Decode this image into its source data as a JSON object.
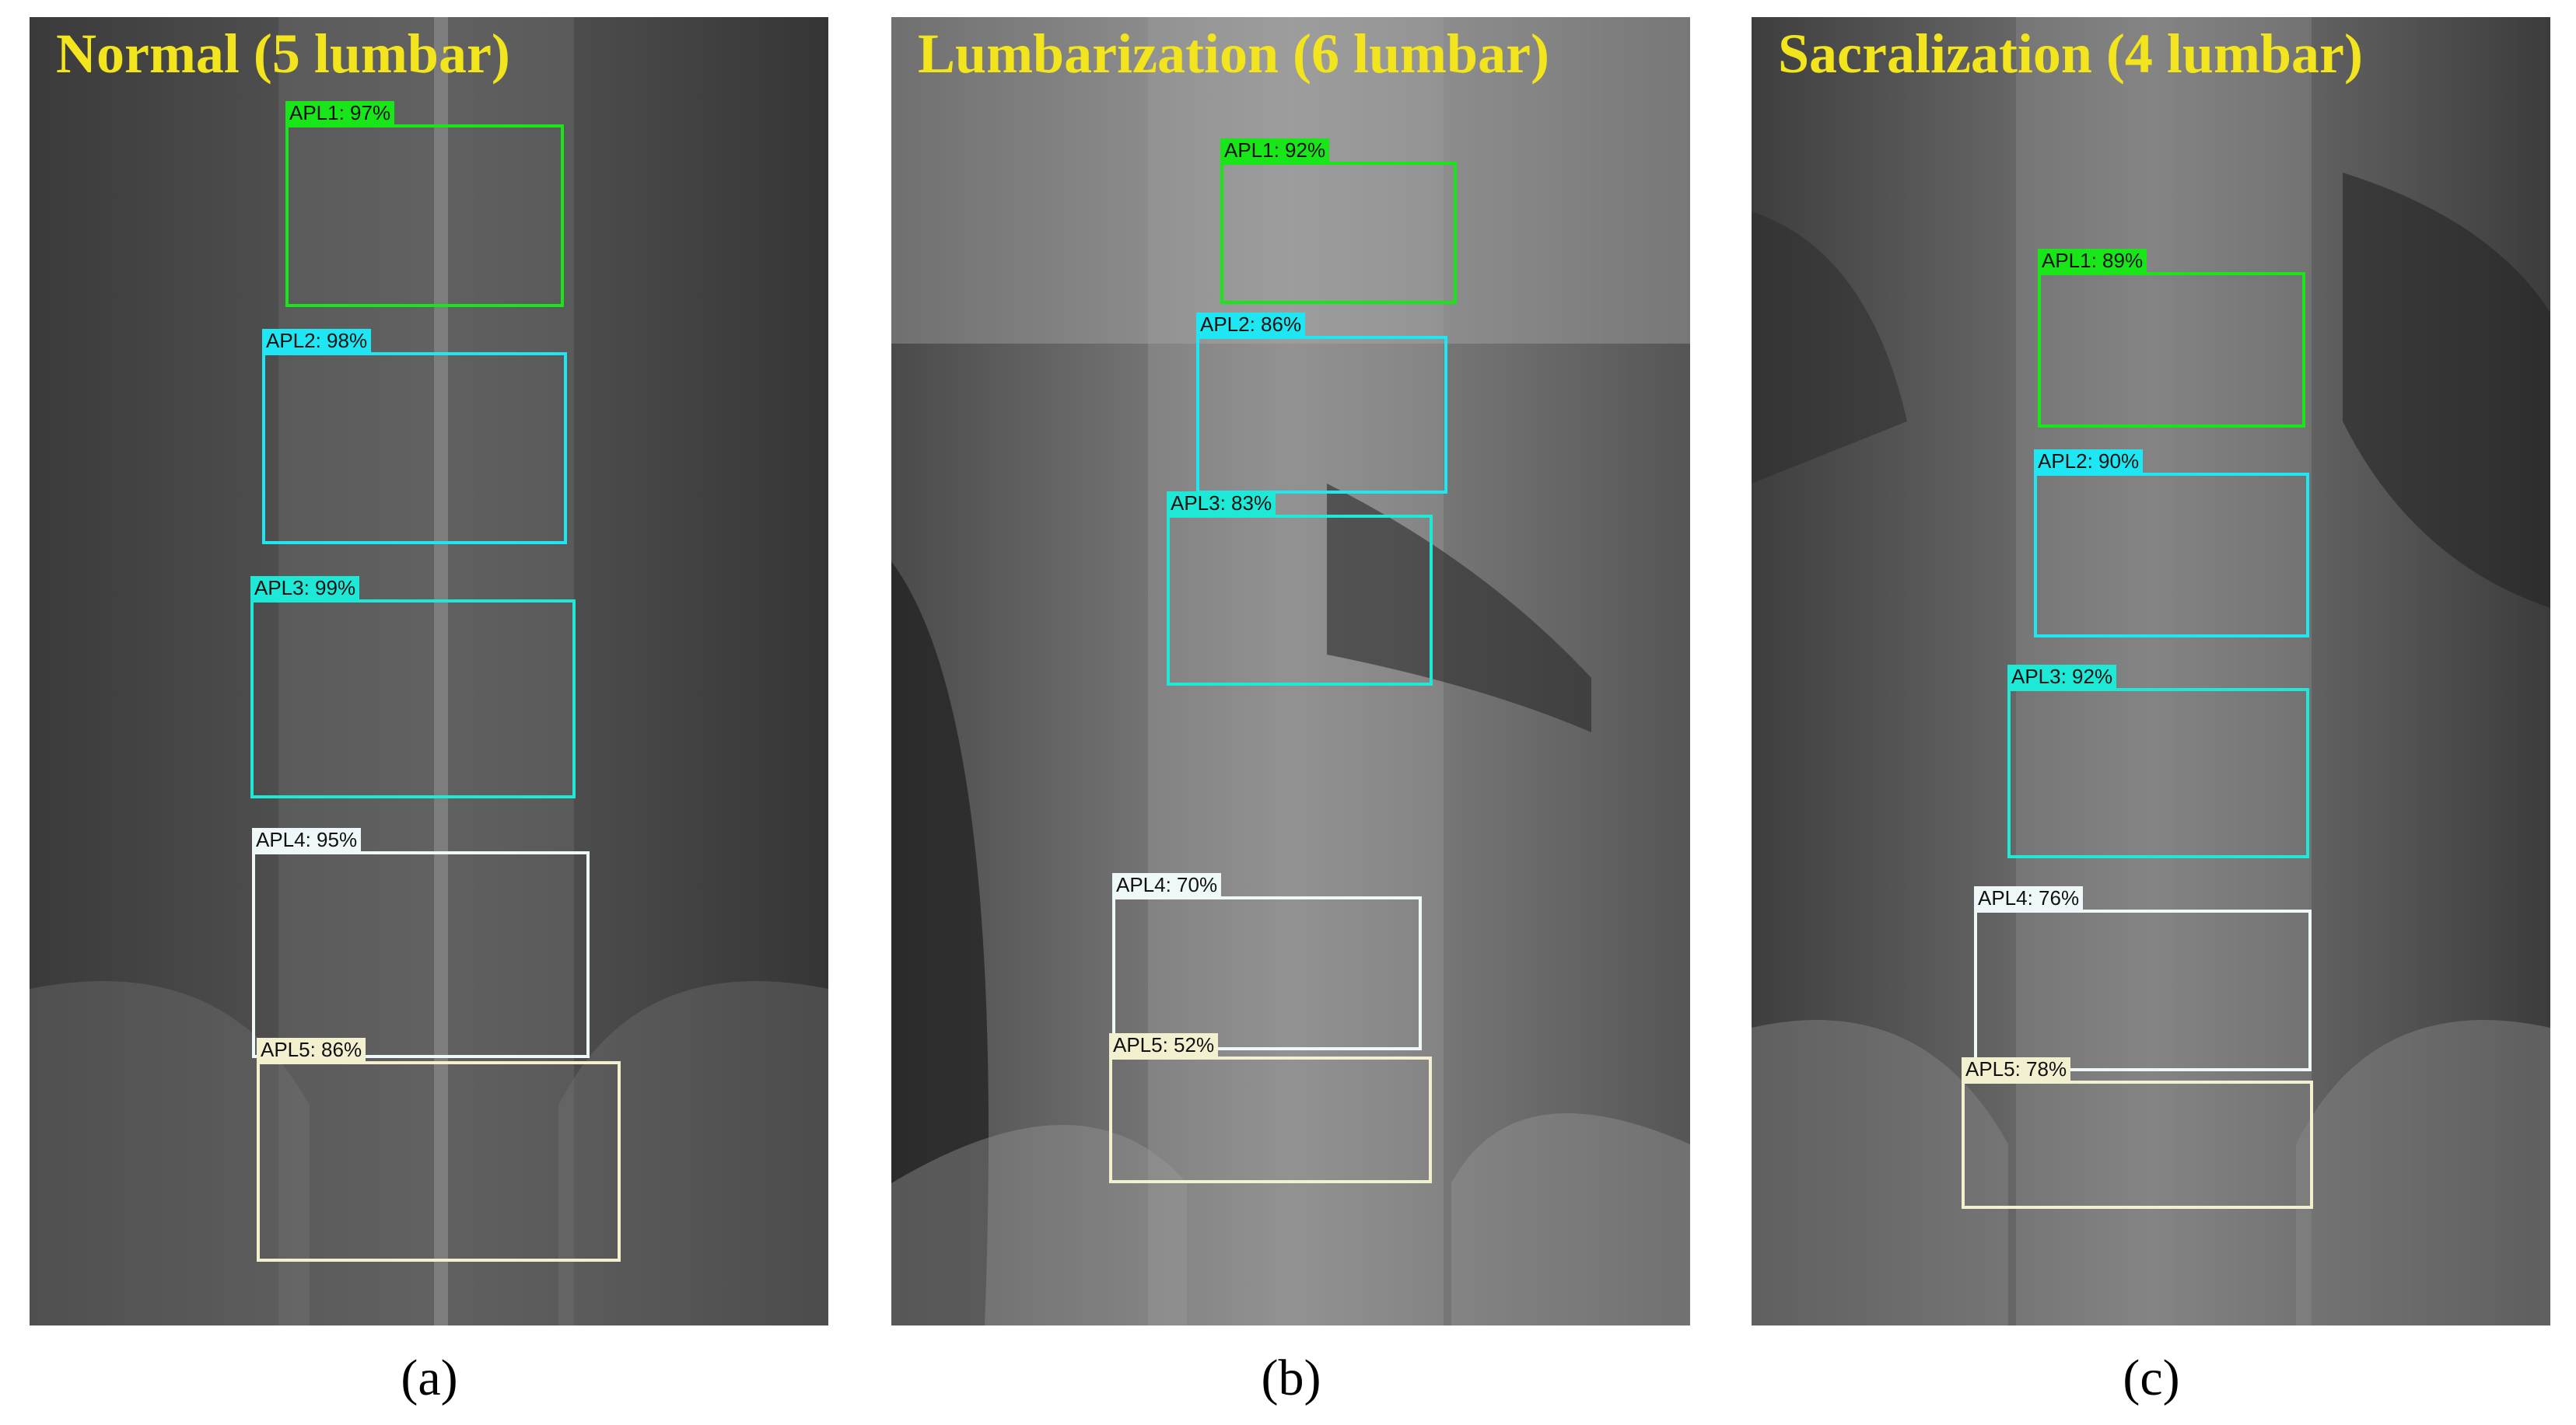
{
  "colors": {
    "apl1": "#19e619",
    "apl2": "#1ee6f2",
    "apl3": "#1ee8d6",
    "apl4": "#eef8f8",
    "apl5": "#f3f0d0",
    "title": "#f2e51d"
  },
  "panels": [
    {
      "title": "Normal (5 lumbar)",
      "caption": "(a)",
      "detections": [
        {
          "label": "APL1: 97%",
          "class": "APL1",
          "confidence": 97
        },
        {
          "label": "APL2: 98%",
          "class": "APL2",
          "confidence": 98
        },
        {
          "label": "APL3: 99%",
          "class": "APL3",
          "confidence": 99
        },
        {
          "label": "APL4: 95%",
          "class": "APL4",
          "confidence": 95
        },
        {
          "label": "APL5: 86%",
          "class": "APL5",
          "confidence": 86
        }
      ]
    },
    {
      "title": "Lumbarization (6 lumbar)",
      "caption": "(b)",
      "detections": [
        {
          "label": "APL1: 92%",
          "class": "APL1",
          "confidence": 92
        },
        {
          "label": "APL2: 86%",
          "class": "APL2",
          "confidence": 86
        },
        {
          "label": "APL3: 83%",
          "class": "APL3",
          "confidence": 83
        },
        {
          "label": "APL4: 70%",
          "class": "APL4",
          "confidence": 70
        },
        {
          "label": "APL5: 52%",
          "class": "APL5",
          "confidence": 52
        }
      ]
    },
    {
      "title": "Sacralization (4 lumbar)",
      "caption": "(c)",
      "detections": [
        {
          "label": "APL1: 89%",
          "class": "APL1",
          "confidence": 89
        },
        {
          "label": "APL2: 90%",
          "class": "APL2",
          "confidence": 90
        },
        {
          "label": "APL3: 92%",
          "class": "APL3",
          "confidence": 92
        },
        {
          "label": "APL4: 76%",
          "class": "APL4",
          "confidence": 76
        },
        {
          "label": "APL5: 78%",
          "class": "APL5",
          "confidence": 78
        }
      ]
    }
  ]
}
